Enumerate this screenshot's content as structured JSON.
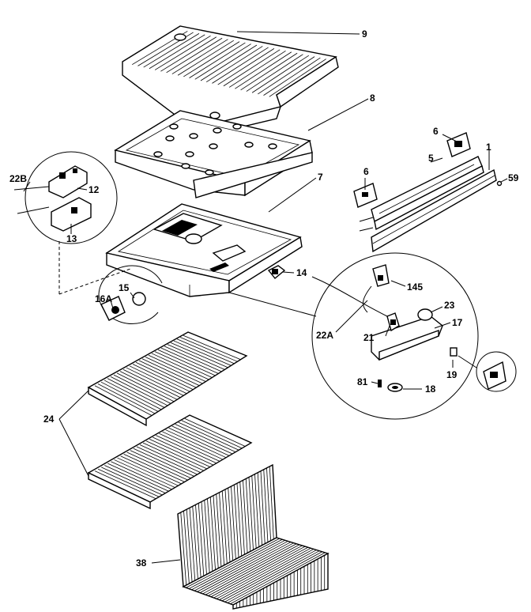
{
  "labels": {
    "l9": "9",
    "l8": "8",
    "l7": "7",
    "l6a": "6",
    "l6b": "6",
    "l5": "5",
    "l1": "1",
    "l59": "59",
    "l22b": "22B",
    "l12": "12",
    "l13": "13",
    "l14": "14",
    "l145": "145",
    "l15": "15",
    "l16a": "16A",
    "l23": "23",
    "l17": "17",
    "l22a": "22A",
    "l21": "21",
    "l19": "19",
    "l81": "81",
    "l18": "18",
    "l24": "24",
    "l38": "38"
  }
}
